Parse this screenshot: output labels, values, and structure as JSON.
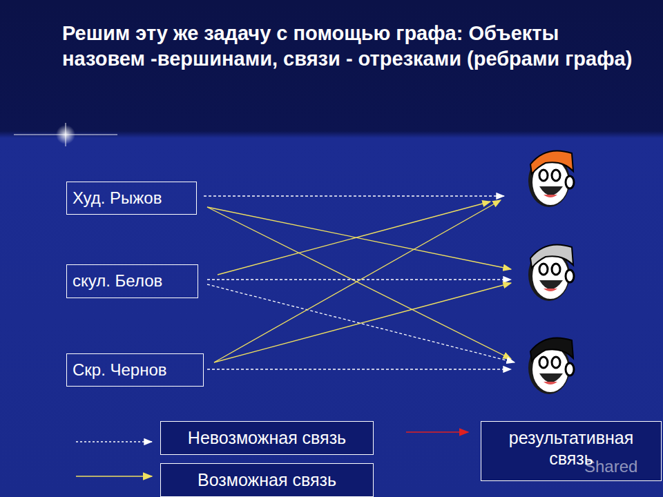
{
  "diagram": {
    "title": "Решим эту же задачу с помощью графа: Объекты назовем -вершинами, связи - отрезками (ребрами графа)",
    "nodes": [
      {
        "text": [
          "Худ. Рыжов"
        ]
      },
      {
        "text": [
          "скул. Белов"
        ]
      },
      {
        "text": [
          "Скр. Чернов"
        ]
      }
    ],
    "labels": [
      "Shared"
    ],
    "legend": [
      {
        "text": "Невозможная связь"
      },
      {
        "text": "Возможная связь"
      },
      {
        "text": "результативная связь"
      }
    ]
  }
}
